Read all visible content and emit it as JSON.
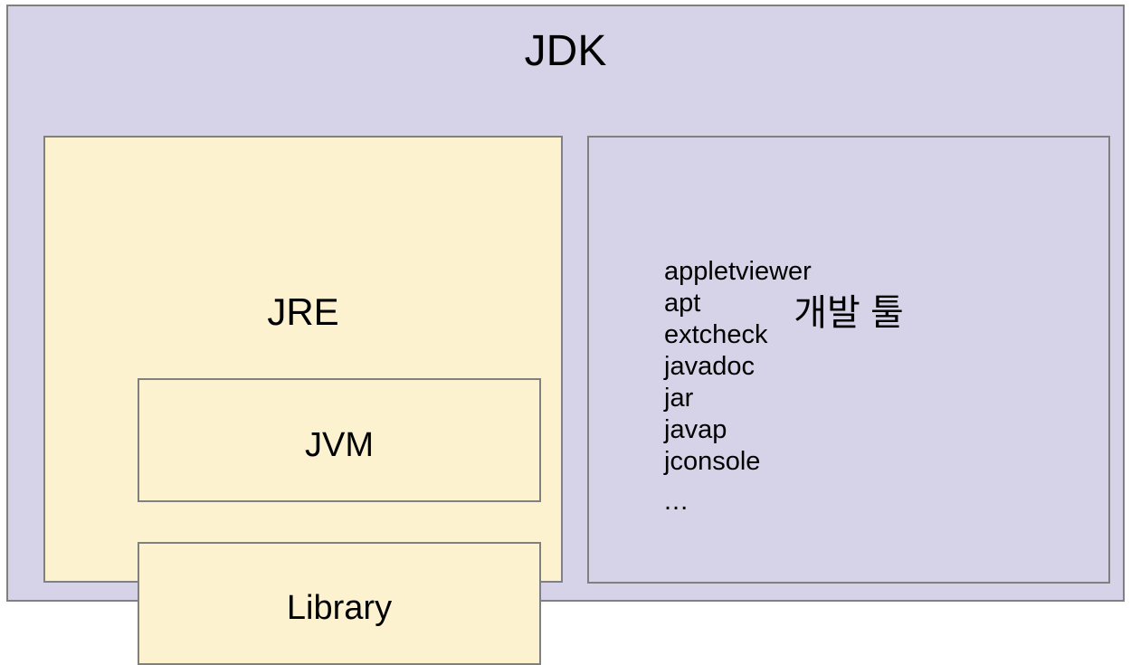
{
  "diagram": {
    "title": "JDK",
    "colors": {
      "outer_fill": "#d6d2e8",
      "jre_fill": "#fcf2d0",
      "border": "#808080",
      "text": "#000000",
      "page_background": "#ffffff"
    },
    "jdk": {
      "label": "JDK"
    },
    "jre": {
      "label": "JRE",
      "children": [
        {
          "label": "JVM"
        },
        {
          "label": "Library"
        }
      ]
    },
    "dev_tools": {
      "label": "개발 툴",
      "tools": [
        "appletviewer",
        "apt",
        "extcheck",
        "javadoc",
        "jar",
        "javap",
        "jconsole"
      ],
      "ellipsis": "..."
    }
  }
}
